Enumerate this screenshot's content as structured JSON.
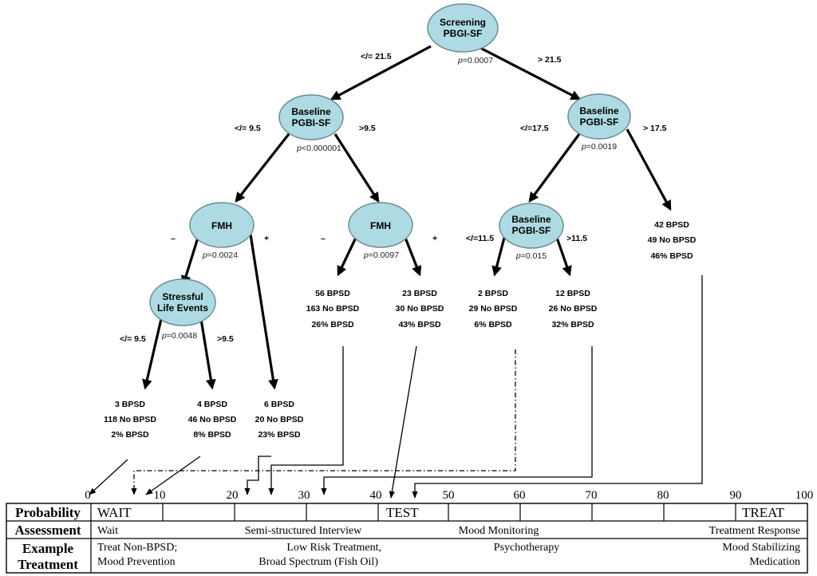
{
  "tree": {
    "nodes": {
      "root": {
        "line1": "Screening",
        "line2": "PBGI-SF",
        "p": "=0.0007"
      },
      "bl_left": {
        "line1": "Baseline",
        "line2": "PGBI-SF",
        "p": "<0.000001"
      },
      "bl_right": {
        "line1": "Baseline",
        "line2": "PGBI-SF",
        "p": "=0.0019"
      },
      "fmh_left": {
        "line1": "FMH",
        "p": "=0.0024"
      },
      "fmh_mid": {
        "line1": "FMH",
        "p": "=0.0097"
      },
      "bl_low": {
        "line1": "Baseline",
        "line2": "PGBI-SF",
        "p": "=0.015"
      },
      "sle": {
        "line1": "Stressful",
        "line2": "Life Events",
        "p": "=0.0048"
      }
    },
    "p_prefix": "p",
    "edge_labels": {
      "root_left": "</= 21.5",
      "root_right": "> 21.5",
      "bll_left": "</= 9.5",
      "bll_right": ">9.5",
      "blr_left": "</=17.5",
      "blr_right": "> 17.5",
      "fmhl_minus": "–",
      "fmhl_plus": "+",
      "fmhm_minus": "–",
      "fmhm_plus": "+",
      "blo_left": "</=11.5",
      "blo_right": ">11.5",
      "sle_left": "</= 9.5",
      "sle_right": ">9.5"
    },
    "leaves": {
      "l1": [
        "3 BPSD",
        "118 No BPSD",
        "2% BPSD"
      ],
      "l2": [
        "4 BPSD",
        "46 No BPSD",
        "8% BPSD"
      ],
      "l3": [
        "6 BPSD",
        "20 No BPSD",
        "23% BPSD"
      ],
      "l4": [
        "56 BPSD",
        "163 No BPSD",
        "26% BPSD"
      ],
      "l5": [
        "23 BPSD",
        "30 No BPSD",
        "43% BPSD"
      ],
      "l6": [
        "2 BPSD",
        "29 No BPSD",
        "6% BPSD"
      ],
      "l7": [
        "12 BPSD",
        "26 No BPSD",
        "32% BPSD"
      ],
      "l8": [
        "42 BPSD",
        "49 No BPSD",
        "46% BPSD"
      ]
    }
  },
  "scale": {
    "ticks": [
      "0",
      "10",
      "20",
      "30",
      "40",
      "50",
      "60",
      "70",
      "80",
      "90",
      "100"
    ]
  },
  "table": {
    "row_heads": {
      "prob": "Probability",
      "assess": "Assessment",
      "treat1": "Example",
      "treat2": "Treatment"
    },
    "prob_words": {
      "wait": "WAIT",
      "test": "TEST",
      "treat": "TREAT"
    },
    "assessment": {
      "wait": "Wait",
      "semi": "Semi-structured Interview",
      "mood": "Mood Monitoring",
      "response": "Treatment Response"
    },
    "treatment": {
      "a1": "Treat Non-BPSD;",
      "a2": "Mood Prevention",
      "b1": "Low Risk Treatment,",
      "b2": "Broad Spectrum (Fish Oil)",
      "c1": "Psychotherapy",
      "d1": "Mood Stabilizing",
      "d2": "Medication"
    }
  }
}
